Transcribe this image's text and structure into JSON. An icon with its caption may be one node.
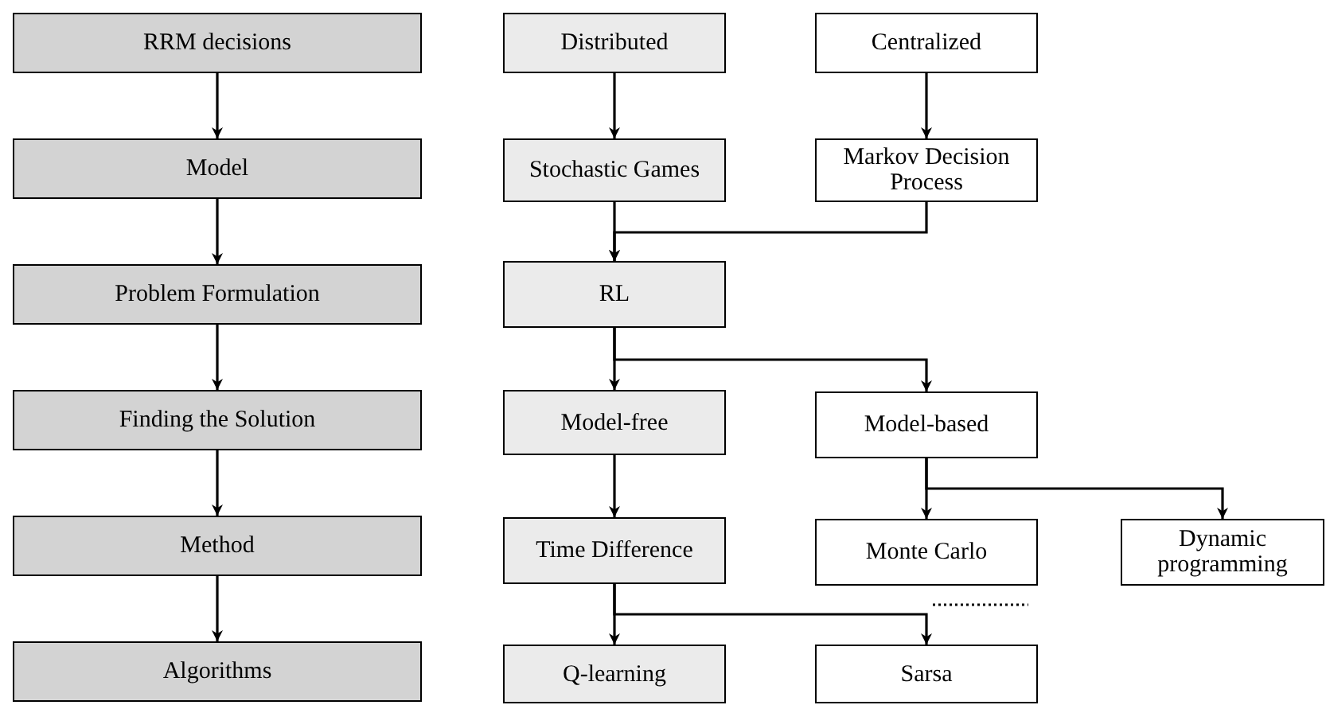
{
  "diagram": {
    "nodes": [
      {
        "text": [
          "RRM decisions"
        ]
      },
      {
        "text": [
          "Model"
        ]
      },
      {
        "text": [
          "Problem Formulation"
        ]
      },
      {
        "text": [
          "Finding the Solution"
        ]
      },
      {
        "text": [
          "Method"
        ]
      },
      {
        "text": [
          "Algorithms"
        ]
      },
      {
        "text": [
          "Distributed"
        ]
      },
      {
        "text": [
          "Centralized"
        ]
      },
      {
        "text": [
          "Stochastic Games"
        ]
      },
      {
        "text": [
          "Markov Decision Process"
        ]
      },
      {
        "text": [
          "RL"
        ]
      },
      {
        "text": [
          "Model-free"
        ]
      },
      {
        "text": [
          "Model-based"
        ]
      },
      {
        "text": [
          "Time Difference"
        ]
      },
      {
        "text": [
          "Monte Carlo"
        ]
      },
      {
        "text": [
          "Dynamic programming"
        ]
      },
      {
        "text": [
          "Q-learning"
        ]
      },
      {
        "text": [
          "Sarsa"
        ]
      }
    ],
    "edges": [
      {
        "from": 0,
        "to": 1,
        "arrow": "to"
      },
      {
        "from": 1,
        "to": 2,
        "arrow": "to"
      },
      {
        "from": 2,
        "to": 3,
        "arrow": "to"
      },
      {
        "from": 3,
        "to": 4,
        "arrow": "to"
      },
      {
        "from": 4,
        "to": 5,
        "arrow": "to"
      },
      {
        "from": 6,
        "to": 8,
        "arrow": "to"
      },
      {
        "from": 7,
        "to": 9,
        "arrow": "to"
      },
      {
        "from": 8,
        "to": 10,
        "arrow": "to"
      },
      {
        "from": 9,
        "to": 10,
        "arrow": "to"
      },
      {
        "from": 10,
        "to": 11,
        "arrow": "to"
      },
      {
        "from": 10,
        "to": 12,
        "arrow": "to"
      },
      {
        "from": 11,
        "to": 13,
        "arrow": "to"
      },
      {
        "from": 12,
        "to": 14,
        "arrow": "to"
      },
      {
        "from": 12,
        "to": 15,
        "arrow": "to"
      },
      {
        "from": 13,
        "to": 16,
        "arrow": "to"
      },
      {
        "from": 13,
        "to": 17,
        "arrow": "to"
      }
    ]
  }
}
